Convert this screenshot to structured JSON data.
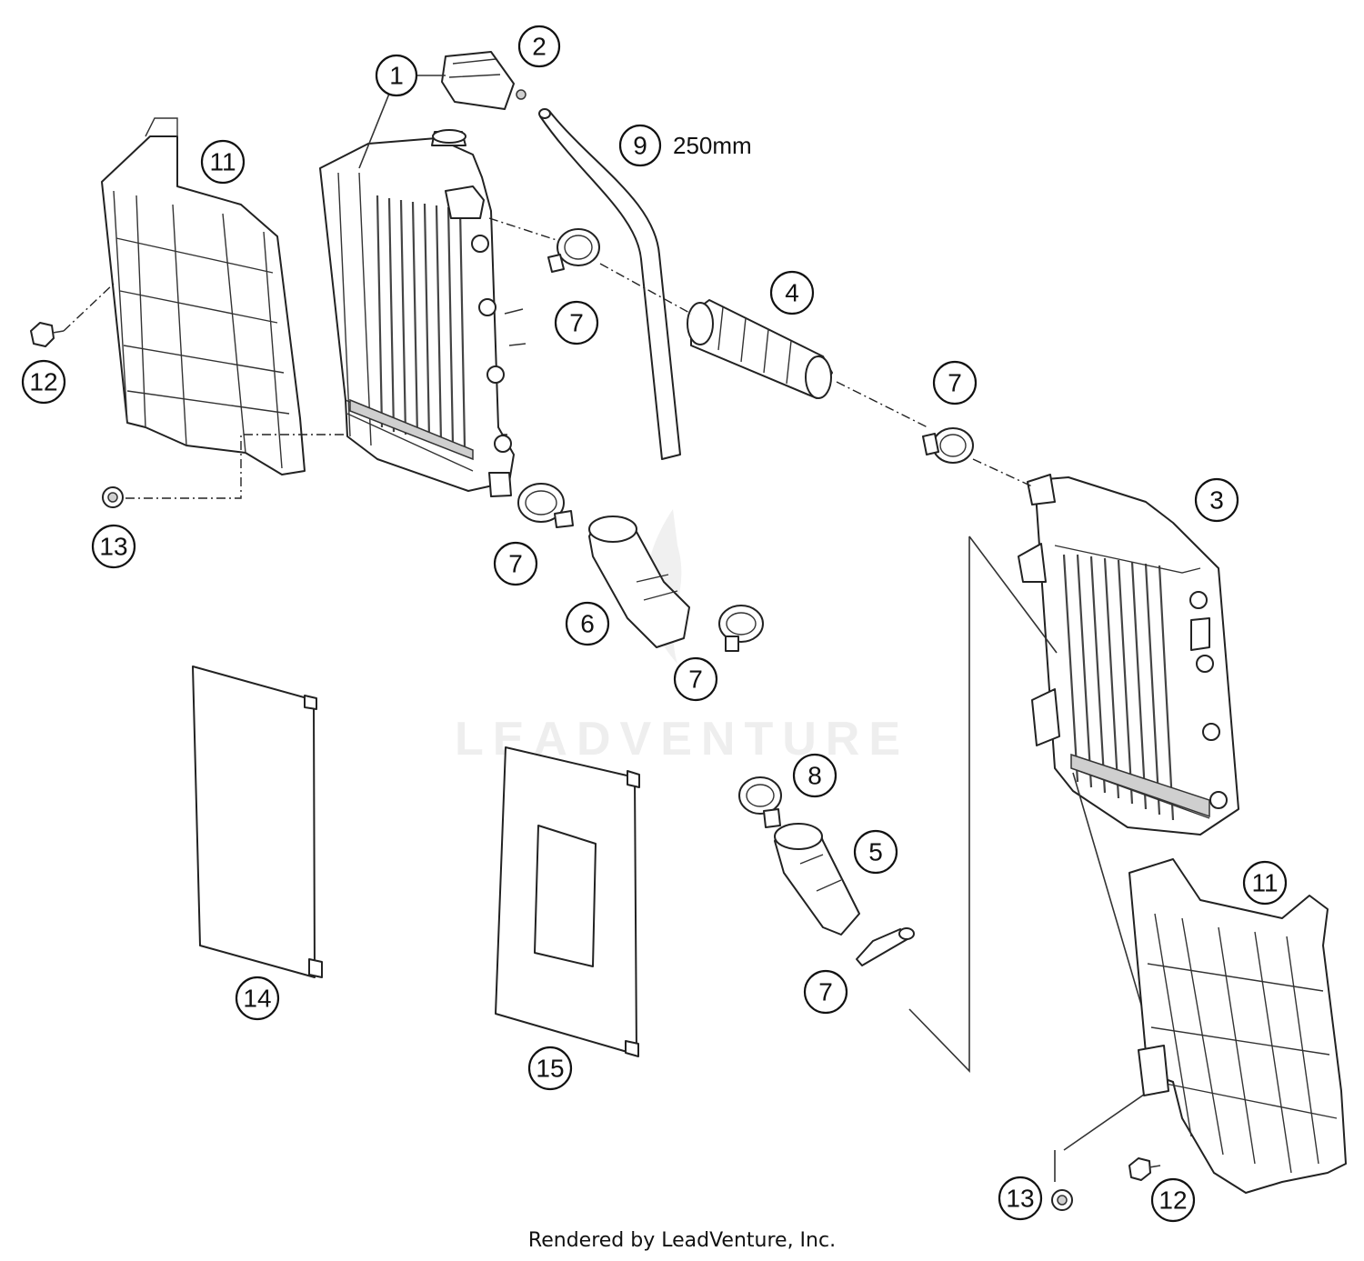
{
  "callouts": [
    {
      "id": "c1",
      "label": "1"
    },
    {
      "id": "c2",
      "label": "2"
    },
    {
      "id": "c3",
      "label": "3"
    },
    {
      "id": "c4",
      "label": "4"
    },
    {
      "id": "c5",
      "label": "5"
    },
    {
      "id": "c6",
      "label": "6"
    },
    {
      "id": "c7a",
      "label": "7"
    },
    {
      "id": "c7b",
      "label": "7"
    },
    {
      "id": "c7c",
      "label": "7"
    },
    {
      "id": "c7d",
      "label": "7"
    },
    {
      "id": "c7e",
      "label": "7"
    },
    {
      "id": "c8",
      "label": "8"
    },
    {
      "id": "c9",
      "label": "9"
    },
    {
      "id": "c11a",
      "label": "11"
    },
    {
      "id": "c11b",
      "label": "11"
    },
    {
      "id": "c12a",
      "label": "12"
    },
    {
      "id": "c12b",
      "label": "12"
    },
    {
      "id": "c13a",
      "label": "13"
    },
    {
      "id": "c13b",
      "label": "13"
    },
    {
      "id": "c14",
      "label": "14"
    },
    {
      "id": "c15",
      "label": "15"
    }
  ],
  "hose_length": "250mm",
  "watermark": "LEADVENTURE",
  "footer": "Rendered by LeadVenture, Inc."
}
